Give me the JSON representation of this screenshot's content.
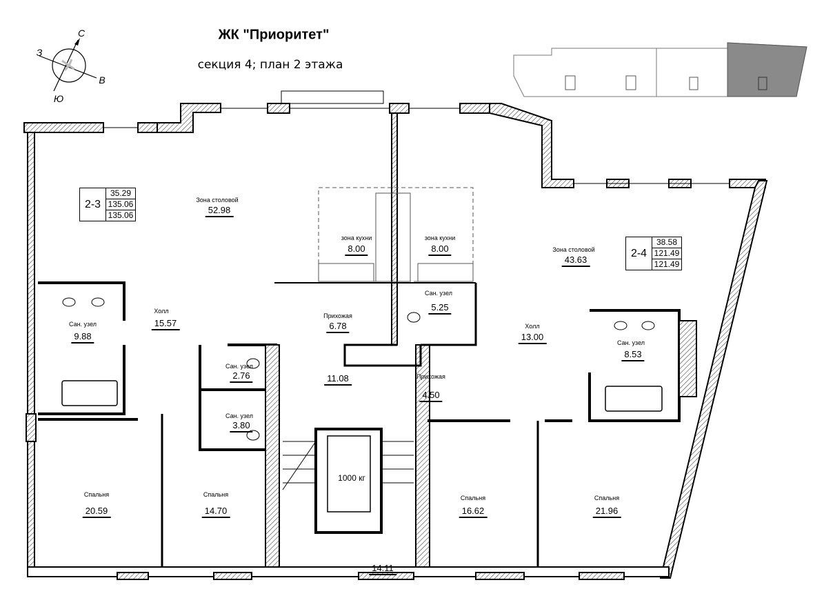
{
  "header": {
    "title": "ЖК \"Приоритет\"",
    "subtitle": "секция 4; план 2 этажа"
  },
  "compass": {
    "north": "С",
    "south": "Ю",
    "west": "З",
    "east": "В"
  },
  "apartments": [
    {
      "id": "2-3",
      "values": [
        "35.29",
        "135.06",
        "135.06"
      ]
    },
    {
      "id": "2-4",
      "values": [
        "38.58",
        "121.49",
        "121.49"
      ]
    }
  ],
  "rooms": [
    {
      "name": "Зона столовой",
      "area": "52.98"
    },
    {
      "name": "зона кухни",
      "area": "8.00"
    },
    {
      "name": "зона кухни",
      "area": "8.00"
    },
    {
      "name": "Зона столовой",
      "area": "43.63"
    },
    {
      "name": "Холл",
      "area": "15.57"
    },
    {
      "name": "Сан. узел",
      "area": "9.88"
    },
    {
      "name": "Прихожая",
      "area": "6.78"
    },
    {
      "name": "Сан. узел",
      "area": "5.25"
    },
    {
      "name": "Холл",
      "area": "13.00"
    },
    {
      "name": "Сан. узел",
      "area": "8.53"
    },
    {
      "name": "Сан. узел",
      "area": "2.76"
    },
    {
      "name": "",
      "area": "11.08"
    },
    {
      "name": "Прихожая",
      "area": "4.50"
    },
    {
      "name": "Сан. узел",
      "area": "3.80"
    },
    {
      "name": "Спальня",
      "area": "20.59"
    },
    {
      "name": "Спальня",
      "area": "14.70"
    },
    {
      "name": "Спальня",
      "area": "16.62"
    },
    {
      "name": "Спальня",
      "area": "21.96"
    },
    {
      "name": "",
      "area": "14.11"
    }
  ],
  "elevator": {
    "capacity": "1000 кг"
  },
  "colors": {
    "wall": "#000000",
    "hatch": "#555555",
    "highlight": "#8a8a8a"
  }
}
